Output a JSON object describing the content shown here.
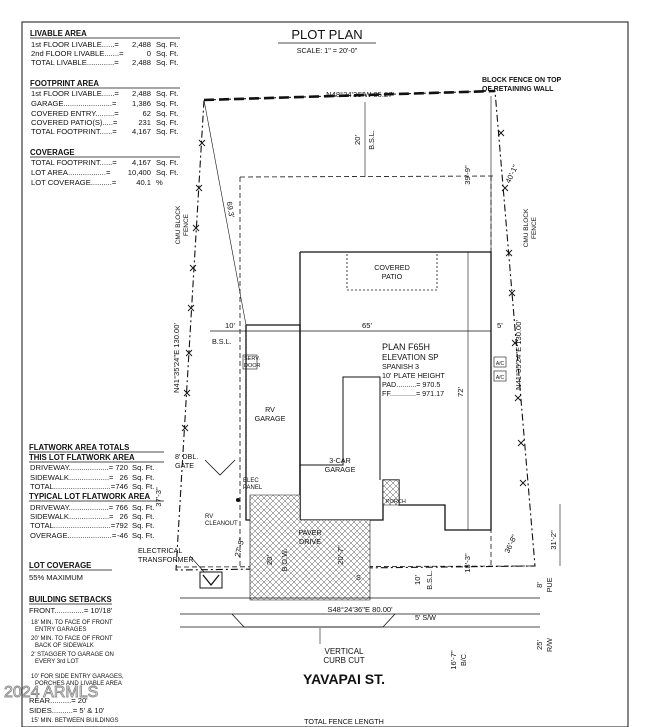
{
  "title": "PLOT PLAN",
  "scale": "SCALE: 1\" = 20'-0\"",
  "livable": {
    "header": "LIVABLE AREA",
    "rows": [
      {
        "label": "1st FLOOR LIVABLE......=",
        "value": "2,488",
        "unit": "Sq. Ft."
      },
      {
        "label": "2nd FLOOR LIVABLE.......=",
        "value": "0",
        "unit": "Sq. Ft."
      },
      {
        "label": "TOTAL LIVABLE.............=",
        "value": "2,488",
        "unit": "Sq. Ft."
      }
    ]
  },
  "footprint": {
    "header": "FOOTPRINT AREA",
    "rows": [
      {
        "label": "1st FLOOR LIVABLE......=",
        "value": "2,488",
        "unit": "Sq. Ft."
      },
      {
        "label": "GARAGE.......................=",
        "value": "1,386",
        "unit": "Sq. Ft."
      },
      {
        "label": "COVERED ENTRY.........=",
        "value": "62",
        "unit": "Sq. Ft."
      },
      {
        "label": "COVERED PATIO(S).....=",
        "value": "231",
        "unit": "Sq. Ft."
      },
      {
        "label": "TOTAL FOOTPRINT......=",
        "value": "4,167",
        "unit": "Sq. Ft."
      }
    ]
  },
  "coverage": {
    "header": "COVERAGE",
    "rows": [
      {
        "label": "TOTAL FOOTPRINT......=",
        "value": "4,167",
        "unit": "Sq. Ft."
      },
      {
        "label": "LOT AREA..................=",
        "value": "10,400",
        "unit": "Sq. Ft."
      },
      {
        "label": "LOT COVERAGE..........=",
        "value": "40.1",
        "unit": "%"
      }
    ]
  },
  "flatwork": {
    "header": "FLATWORK AREA TOTALS",
    "this_header": "THIS LOT FLATWORK AREA",
    "this_rows": [
      {
        "label": "DRIVEWAY...................=",
        "value": "720",
        "unit": "Sq. Ft."
      },
      {
        "label": "SIDEWALK...................=",
        "value": "26",
        "unit": "Sq. Ft."
      },
      {
        "label": "TOTAL...........................=",
        "value": "746",
        "unit": "Sq. Ft."
      }
    ],
    "typical_header": "TYPICAL LOT FLATWORK AREA",
    "typical_rows": [
      {
        "label": "DRIVEWAY...................=",
        "value": "766",
        "unit": "Sq. Ft."
      },
      {
        "label": "SIDEWALK...................=",
        "value": "26",
        "unit": "Sq. Ft."
      },
      {
        "label": "TOTAL...........................=",
        "value": "792",
        "unit": "Sq. Ft."
      },
      {
        "label": "OVERAGE.....................=",
        "value": "-46",
        "unit": "Sq. Ft."
      }
    ]
  },
  "lot_coverage": {
    "header": "LOT COVERAGE",
    "value": "55% MAXIMUM"
  },
  "setbacks": {
    "header": "BUILDING SETBACKS",
    "front": "FRONT..............= 10'/18'",
    "notes": [
      "18' MIN. TO FACE OF FRONT",
      "ENTRY GARAGES",
      "20' MIN. TO FACE OF FRONT",
      "BACK OF SIDEWALK",
      "2' STAGGER TO GARAGE ON",
      "EVERY 3rd LOT",
      "10' FOR SIDE ENTRY GARAGES,",
      "PORCHES AND LIVABLE AREA"
    ],
    "rear": "REAR..........= 20'",
    "sides": "SIDES..........= 5' & 10'",
    "min_between": "15' MIN. BETWEEN BUILDINGS"
  },
  "plan": {
    "name": "PLAN F65H",
    "elevation": "ELEVATION SP",
    "style": "SPANISH 3",
    "plate": "10' PLATE HEIGHT",
    "pad": "PAD..........=  970.5",
    "ff": "FF.............=  971.17"
  },
  "labels": {
    "block_fence": "BLOCK FENCE ON TOP",
    "block_fence2": "OF RETAINING WALL",
    "cmu_left": "CMU BLOCK",
    "cmu_left2": "FENCE",
    "cmu_right": "CMU BLOCK",
    "cmu_right2": "FENCE",
    "covered_patio": "COVERED",
    "covered_patio2": "PATIO",
    "serv_door": "SERV.",
    "serv_door2": "DOOR",
    "rv_garage": "RV",
    "rv_garage2": "GARAGE",
    "car_garage": "3-CAR",
    "car_garage2": "GARAGE",
    "porch": "PORCH",
    "paver": "PAVER",
    "paver2": "DRIVE",
    "gate": "8' DBL.",
    "gate2": "GATE",
    "elec_panel": "ELEC",
    "elec_panel2": "PANEL",
    "rv_cleanout": "RV",
    "rv_cleanout2": "CLEANOUT",
    "transformer": "ELECTRICAL",
    "transformer2": "TRANSFORMER",
    "ac": "A/C",
    "sw": "5' S/W",
    "curb": "VERTICAL",
    "curb2": "CURB CUT",
    "street": "YAVAPAI ST.",
    "fence_length": "TOTAL FENCE LENGTH",
    "watermark": "2024 ARMLS"
  },
  "dims": {
    "top_bearing": "N48°24'36\"W  85.27'",
    "bottom_bearing": "S48°24'36\"E  80.00'",
    "left_bearing": "N41°35'24\"E  130.00'",
    "right_bearing": "N41°35'24\"E  130.00'",
    "rear_bsl": "20'",
    "bsl": "B.S.L.",
    "front_bsl": "10'",
    "left_diag": "69.3'",
    "right_rear1": "39'-9\"",
    "right_rear2": "40'-1\"",
    "side_left": "10'",
    "width": "65'",
    "side_right": "5'",
    "depth": "72'",
    "right_front": "18'-3\"",
    "right_diag": "36'-8\"",
    "d_31": "31'-2\"",
    "left_37": "37'-3\"",
    "left_27": "27'-5\"",
    "drive_20": "20'",
    "bow": "B.O.W.",
    "drive_207": "20'-7\"",
    "s": "S",
    "pue_8": "8'",
    "pue": "PUE",
    "rw_25": "25'",
    "rw": "R/W",
    "bc_167": "16'-7\"",
    "bc": "B/C"
  }
}
